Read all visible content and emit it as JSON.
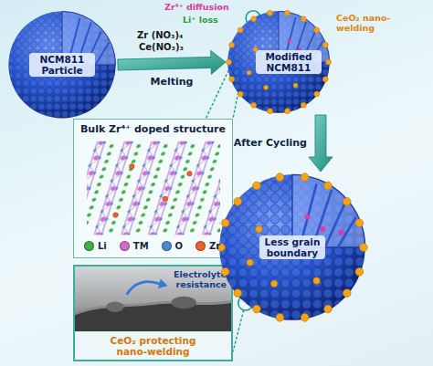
{
  "diagram": {
    "nodes": [
      {
        "text": [
          "NCM811 Particle"
        ]
      },
      {
        "text": [
          "Modified NCM811"
        ]
      },
      {
        "text": [
          "Bulk Zr⁴⁺ doped structure"
        ]
      },
      {
        "text": [
          "Electrolyte resistance",
          "CeO₂ protecting nano-welding"
        ]
      },
      {
        "text": [
          "Less grain boundary"
        ]
      }
    ],
    "edges": [
      {
        "from": 0,
        "to": 1,
        "arrow": "to",
        "label": "Melting"
      },
      {
        "from": 1,
        "to": 4,
        "arrow": "to",
        "label": "After Cycling"
      },
      {
        "from": 1,
        "to": 2,
        "arrow": "none"
      },
      {
        "from": 4,
        "to": 3,
        "arrow": "none"
      }
    ],
    "labels": [
      "Zr (NO₃)₄",
      "Ce(NO₃)₃",
      "Zr⁴⁺ diffusion",
      "Li⁺ loss",
      "CeO₂ nano-welding"
    ],
    "legend": [
      {
        "text": "Li",
        "color": "#3fae49"
      },
      {
        "text": "TM",
        "color": "#d46bd0"
      },
      {
        "text": "O",
        "color": "#4f86d8"
      },
      {
        "text": "Zr",
        "color": "#f0602b"
      }
    ]
  }
}
